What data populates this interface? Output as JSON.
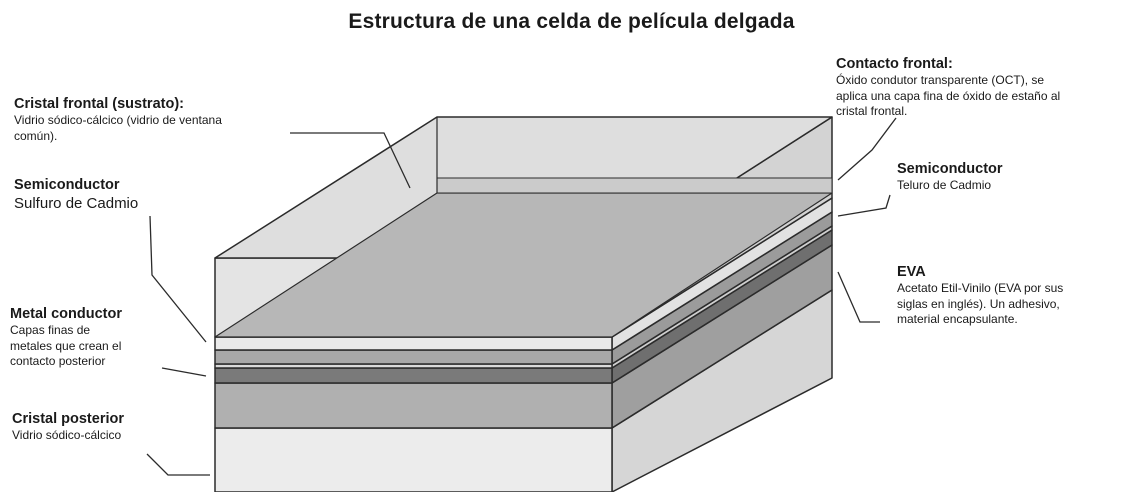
{
  "title": "Estructura de una celda de película delgada",
  "labels": {
    "front_glass": {
      "heading": "Cristal frontal (sustrato):",
      "desc_line1": "Vidrio sódico-cálcico (vidrio de ventana",
      "desc_line2": "común)."
    },
    "semi_left": {
      "heading": "Semiconductor",
      "desc": "Sulfuro de Cadmio"
    },
    "metal": {
      "heading": "Metal conductor",
      "desc_line1": "Capas finas de",
      "desc_line2": "metales que crean el",
      "desc_line3": "contacto posterior"
    },
    "back_glass": {
      "heading": "Cristal posterior",
      "desc": "Vidrio sódico-cálcico"
    },
    "front_contact": {
      "heading": "Contacto frontal:",
      "desc_line1": "Óxido condutor transparente (OCT), se",
      "desc_line2": "aplica una capa fina de óxido de estaño al",
      "desc_line3": "cristal frontal."
    },
    "semi_right": {
      "heading": "Semiconductor",
      "desc": "Teluro de Cadmio"
    },
    "eva": {
      "heading": "EVA",
      "desc_line1": "Acetato Etil-Vinilo (EVA por sus",
      "desc_line2": "siglas en inglés). Un adhesivo,",
      "desc_line3": "material encapsulante."
    }
  },
  "colors": {
    "outline": "#2b2b2b",
    "glass_front": "#e8e8e8",
    "glass_top": "#d9d9d9",
    "glass_side": "#d2d2d2",
    "inner_top": "#bdbdbd",
    "light_band": "#e6e6e6",
    "mid_band": "#a9a9a9",
    "dark_band": "#7d7d7d",
    "eva_band": "#b3b3b3",
    "back_glass": "#ececec"
  }
}
